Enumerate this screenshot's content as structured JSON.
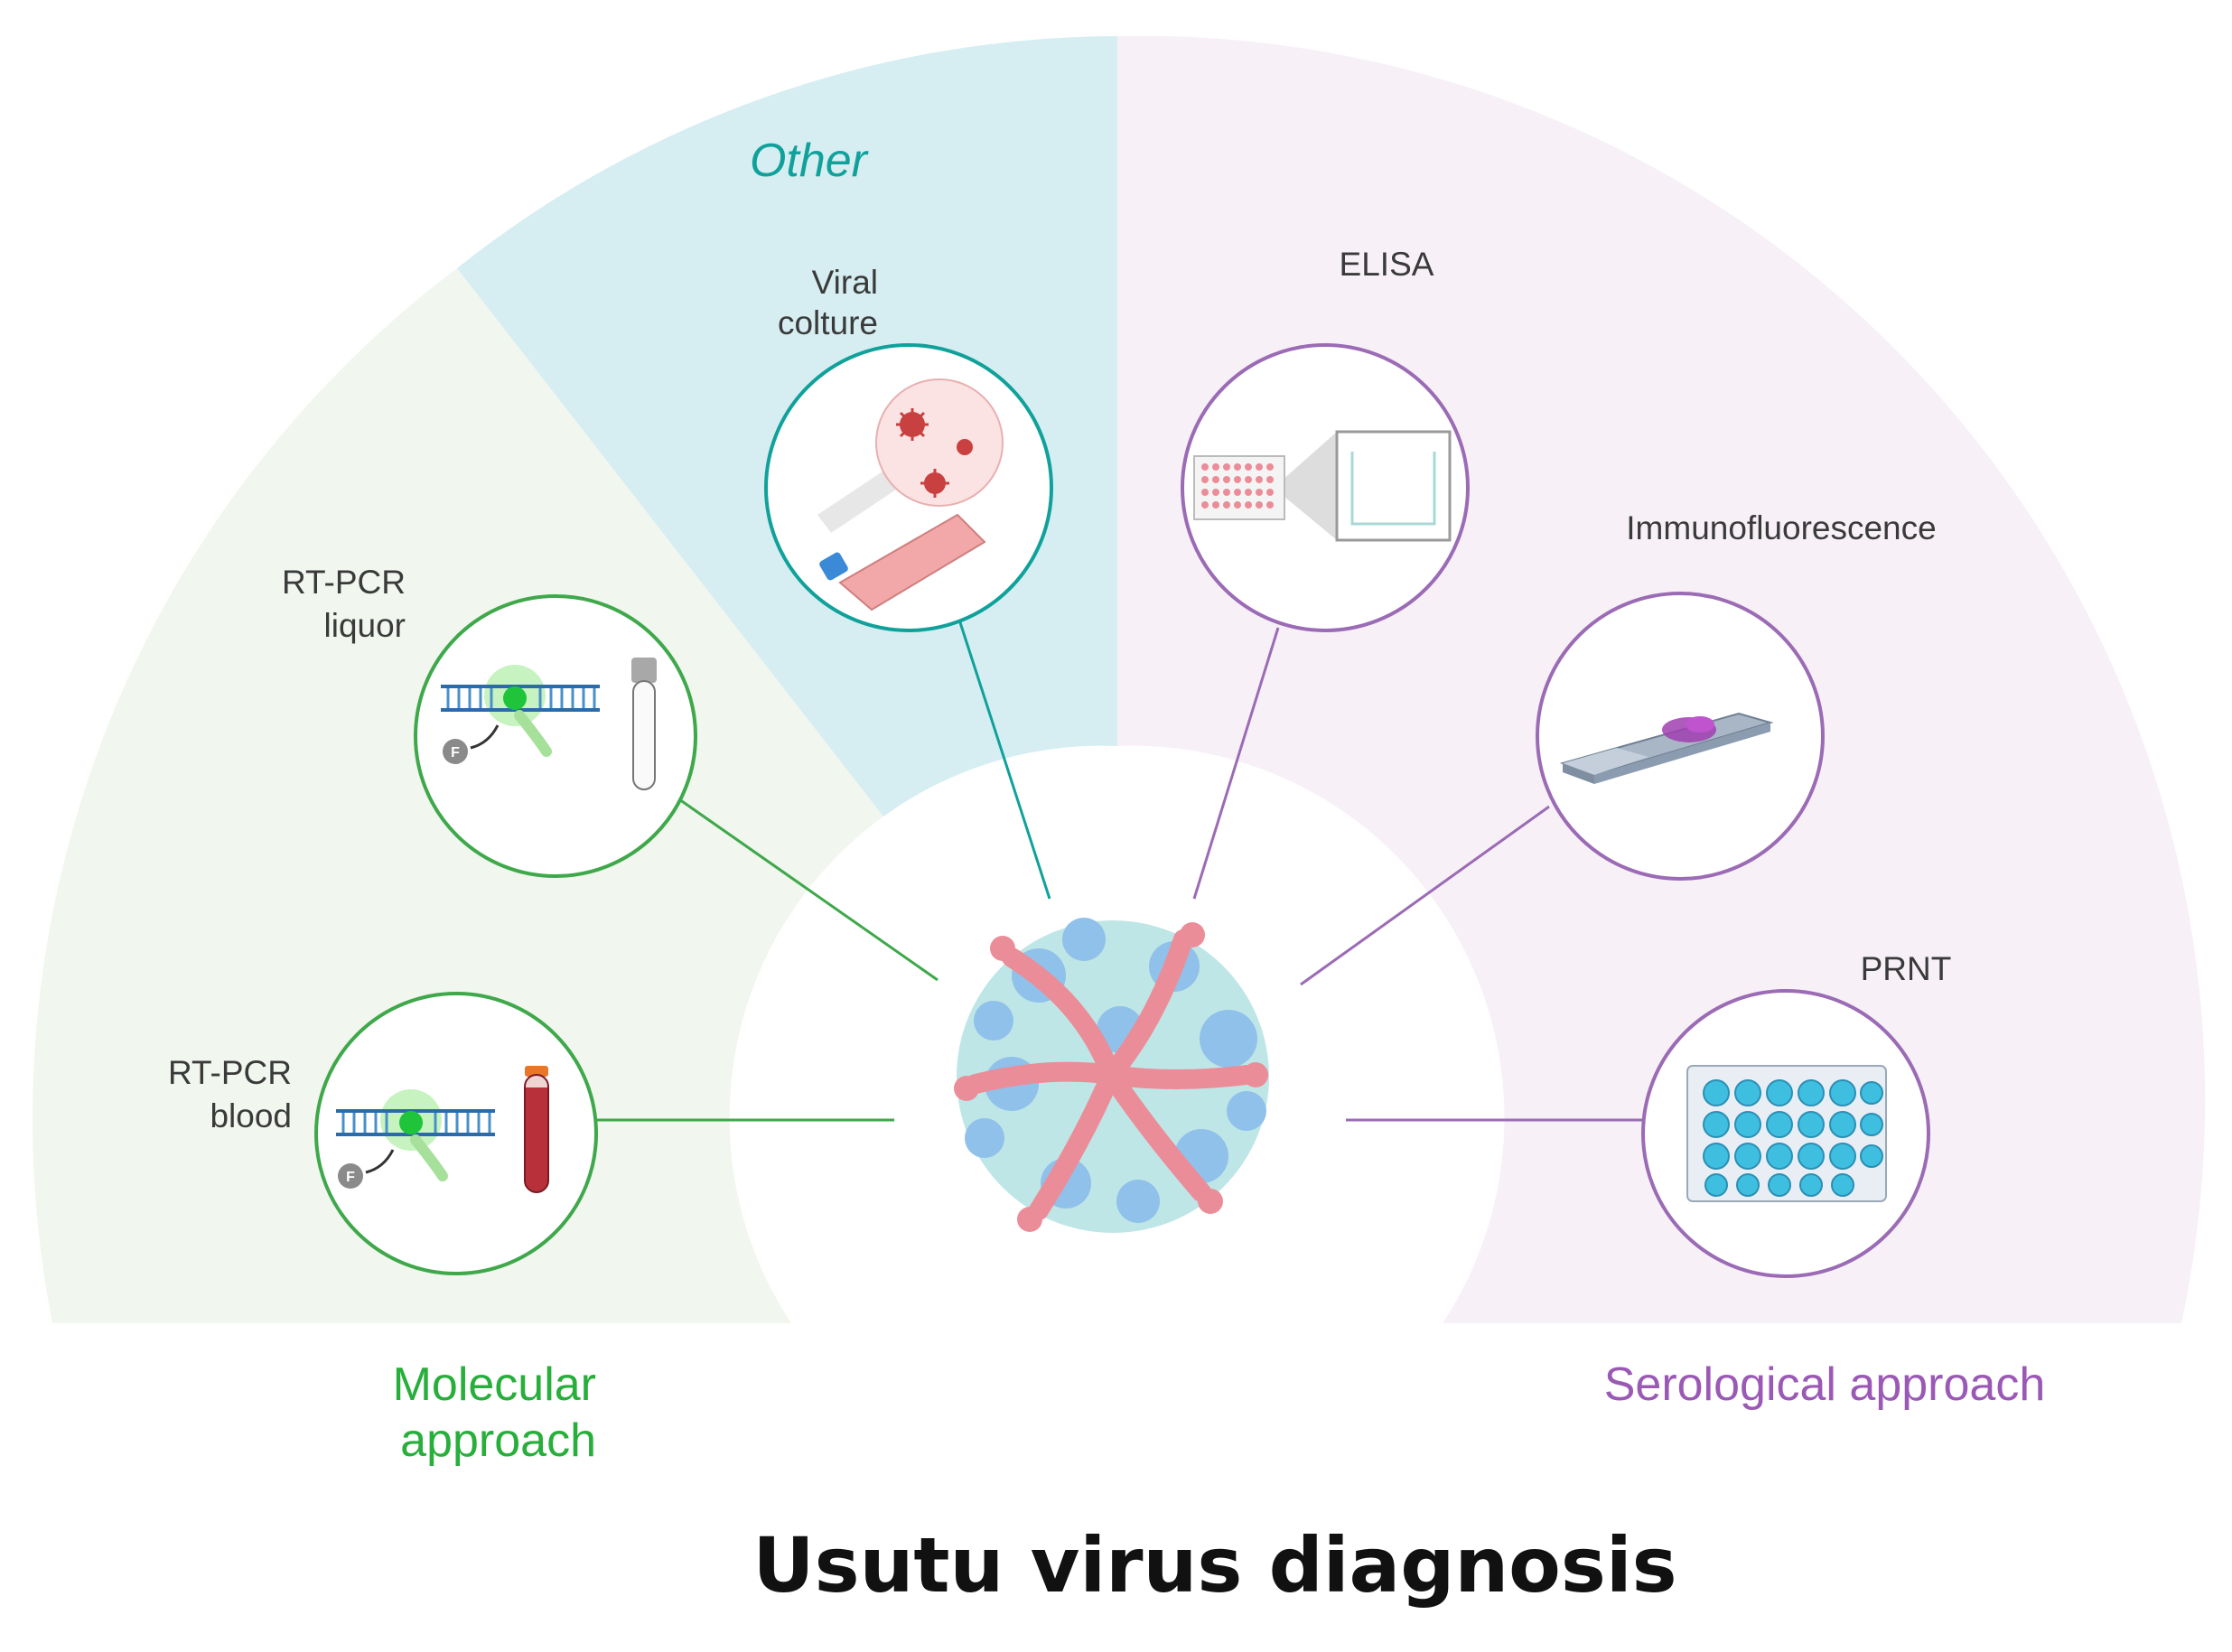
{
  "title": "Usutu virus diagnosis",
  "sectors": {
    "molecular": {
      "label_line1": "Molecular",
      "label_line2": "approach",
      "color": "#27ae3b"
    },
    "other": {
      "label": "Other",
      "color": "#10a19a"
    },
    "serological": {
      "label": "Serological approach",
      "color": "#9b59b6"
    }
  },
  "methods": {
    "rtpcr_blood": {
      "line1": "RT-PCR",
      "line2": "blood",
      "icon": "rt-pcr-blood-tube-icon"
    },
    "rtpcr_liquor": {
      "line1": "RT-PCR",
      "line2": "liquor",
      "icon": "rt-pcr-liquor-tube-icon"
    },
    "viral_culture": {
      "line1": "Viral",
      "line2": "colture",
      "icon": "cell-culture-flask-icon"
    },
    "elisa": {
      "label": "ELISA",
      "icon": "elisa-plate-icon"
    },
    "immunofluorescence": {
      "label": "Immunofluorescence",
      "icon": "microscope-slide-icon"
    },
    "prnt": {
      "label": "PRNT",
      "icon": "well-plate-icon"
    }
  },
  "center_icon": "virus-particle-icon",
  "probe_glyph": "F"
}
